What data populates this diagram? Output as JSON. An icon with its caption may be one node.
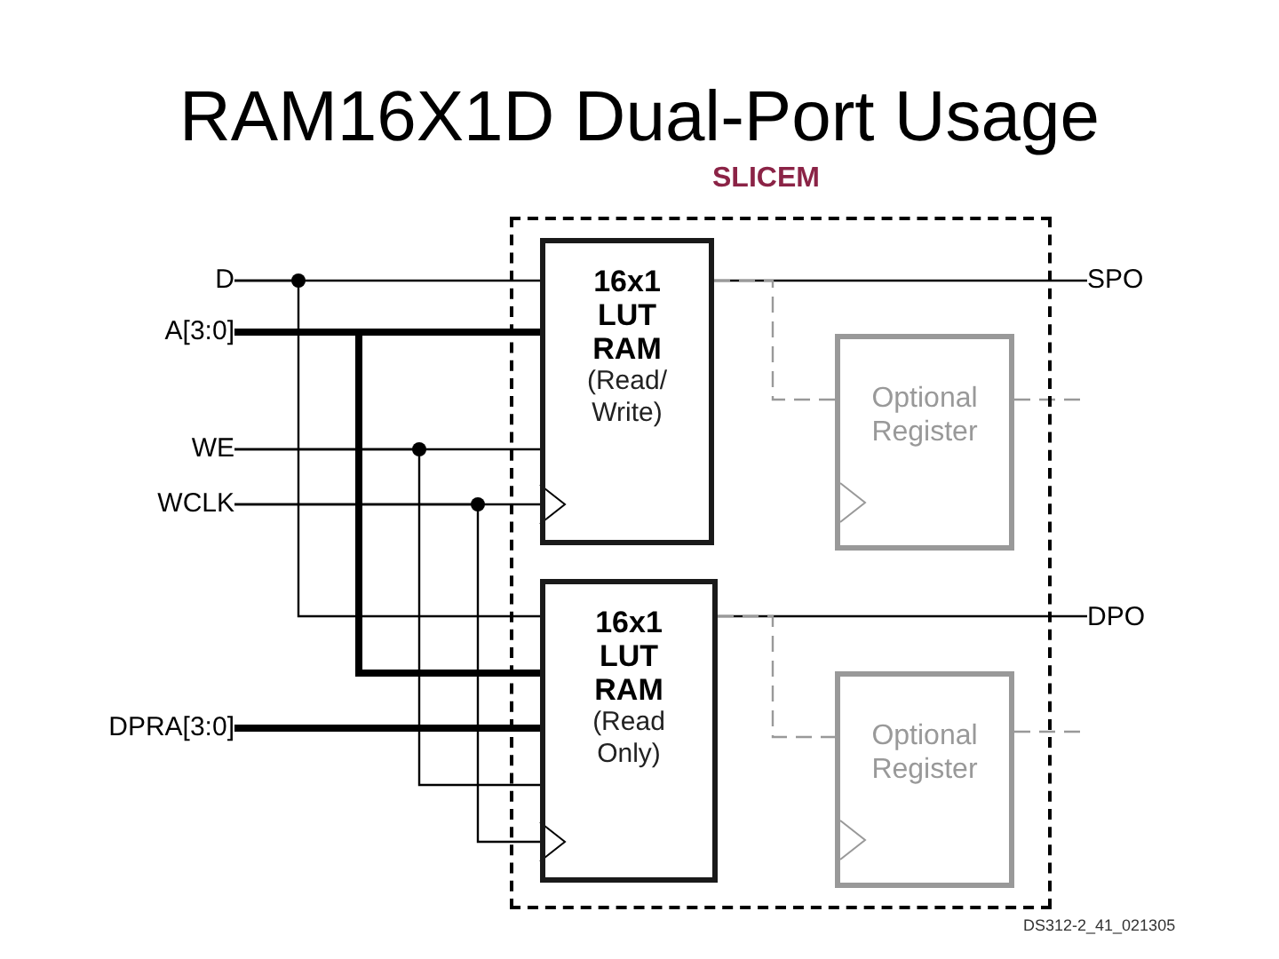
{
  "diagram": {
    "title": "RAM16X1D Dual-Port Usage",
    "nodes": [
      {
        "text": [
          "SLICEM"
        ]
      },
      {
        "text": [
          "16x1 LUT RAM",
          "(Read/ Write)"
        ],
        "in": 0
      },
      {
        "text": [
          "Optional Register"
        ],
        "in": 0
      },
      {
        "text": [
          "16x1 LUT RAM",
          "(Read Only)"
        ],
        "in": 0
      },
      {
        "text": [
          "Optional Register"
        ],
        "in": 0
      },
      {
        "text": [
          "D"
        ]
      },
      {
        "text": [
          "A[3:0]"
        ]
      },
      {
        "text": [
          "WE"
        ]
      },
      {
        "text": [
          "WCLK"
        ]
      },
      {
        "text": [
          "DPRA[3:0]"
        ]
      },
      {
        "text": [
          "SPO"
        ]
      },
      {
        "text": [
          "DPO"
        ]
      }
    ],
    "edges": [
      {
        "from": 5,
        "to": 1,
        "arrow": "none"
      },
      {
        "from": 5,
        "to": 3,
        "arrow": "none"
      },
      {
        "from": 6,
        "to": 1,
        "arrow": "none",
        "style": "thick"
      },
      {
        "from": 6,
        "to": 3,
        "arrow": "none",
        "style": "thick"
      },
      {
        "from": 7,
        "to": 1,
        "arrow": "none"
      },
      {
        "from": 7,
        "to": 3,
        "arrow": "none"
      },
      {
        "from": 8,
        "to": 1,
        "arrow": "to"
      },
      {
        "from": 8,
        "to": 3,
        "arrow": "to"
      },
      {
        "from": 9,
        "to": 3,
        "arrow": "none",
        "style": "thick"
      },
      {
        "from": 1,
        "to": 10,
        "arrow": "none"
      },
      {
        "from": 1,
        "to": 2,
        "arrow": "none",
        "style": "dashed",
        "color": "#999999"
      },
      {
        "from": 2,
        "to": null,
        "arrow": "none",
        "style": "dashed",
        "color": "#999999"
      },
      {
        "from": 3,
        "to": 11,
        "arrow": "none"
      },
      {
        "from": 3,
        "to": 4,
        "arrow": "none",
        "style": "dashed",
        "color": "#999999"
      },
      {
        "from": 4,
        "to": null,
        "arrow": "none",
        "style": "dashed",
        "color": "#999999"
      }
    ],
    "labels": [
      "DS312-2_41_021305"
    ]
  }
}
